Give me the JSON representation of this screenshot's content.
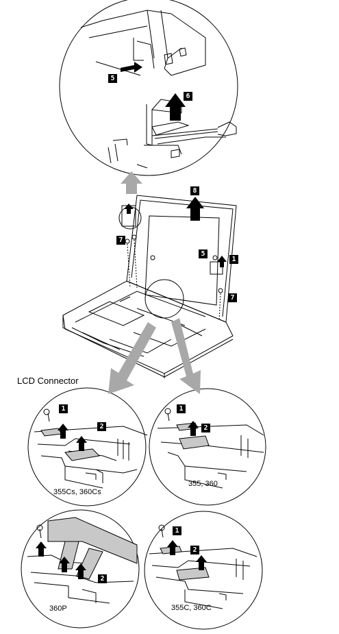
{
  "section_label": "LCD Connector",
  "step_badges": {
    "top_5": "5",
    "top_6": "6",
    "main_8": "8",
    "main_7_left": "7",
    "main_5_right": "5",
    "main_1_right": "1",
    "main_7_right": "7",
    "d1_1": "1",
    "d1_2": "2",
    "d2_1": "1",
    "d2_2": "2",
    "d3_2": "2",
    "d4_1": "1",
    "d4_2": "2"
  },
  "detail_captions": {
    "d1": "355Cs, 360Cs",
    "d2": "355, 360",
    "d3": "360P",
    "d4": "355C, 360C"
  },
  "colors": {
    "line": "#000000",
    "arrow_gray": "#a8a8a8",
    "panel_gray": "#c8c8c8",
    "badge": "#000000"
  }
}
